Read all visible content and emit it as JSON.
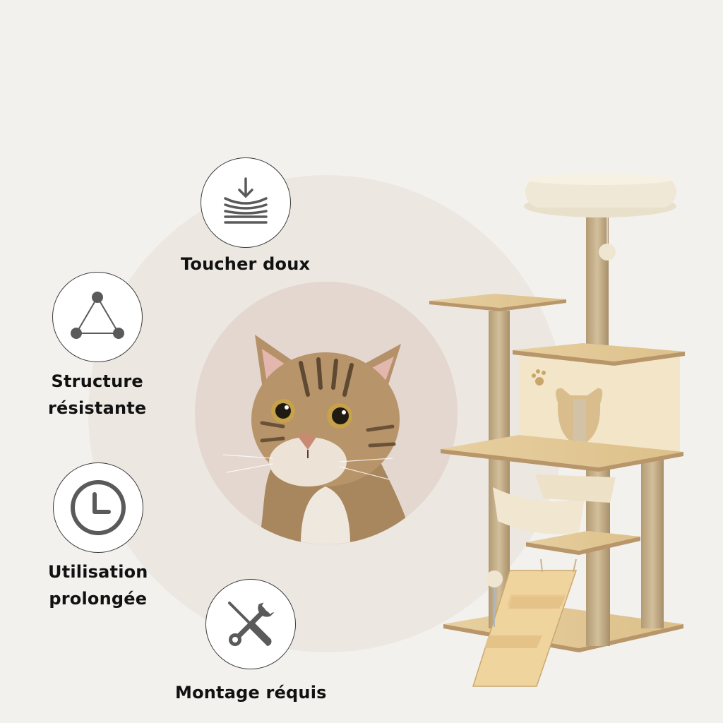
{
  "colors": {
    "background": "#f3f1ed",
    "outer_circle": "#ece7e1",
    "inner_circle": "#e3d7d0",
    "icon_stroke": "#5a5a5a",
    "label_text": "#111111",
    "wood": "#e6c995",
    "sisal": "#c9b48f",
    "plush": "#f2ead8"
  },
  "features": [
    {
      "id": "soft",
      "icon": "soft-layers-arrow-icon",
      "label_lines": [
        "Toucher doux"
      ]
    },
    {
      "id": "structure",
      "icon": "triangle-structure-icon",
      "label_lines": [
        "Structure",
        "résistante"
      ]
    },
    {
      "id": "longuse",
      "icon": "clock-icon",
      "label_lines": [
        "Utilisation",
        "prolongée"
      ]
    },
    {
      "id": "assembly",
      "icon": "tools-icon",
      "label_lines": [
        "Montage réquis"
      ]
    }
  ],
  "images": {
    "cat_photo": "tabby-cat-portrait",
    "product": "cat-tree-product"
  }
}
